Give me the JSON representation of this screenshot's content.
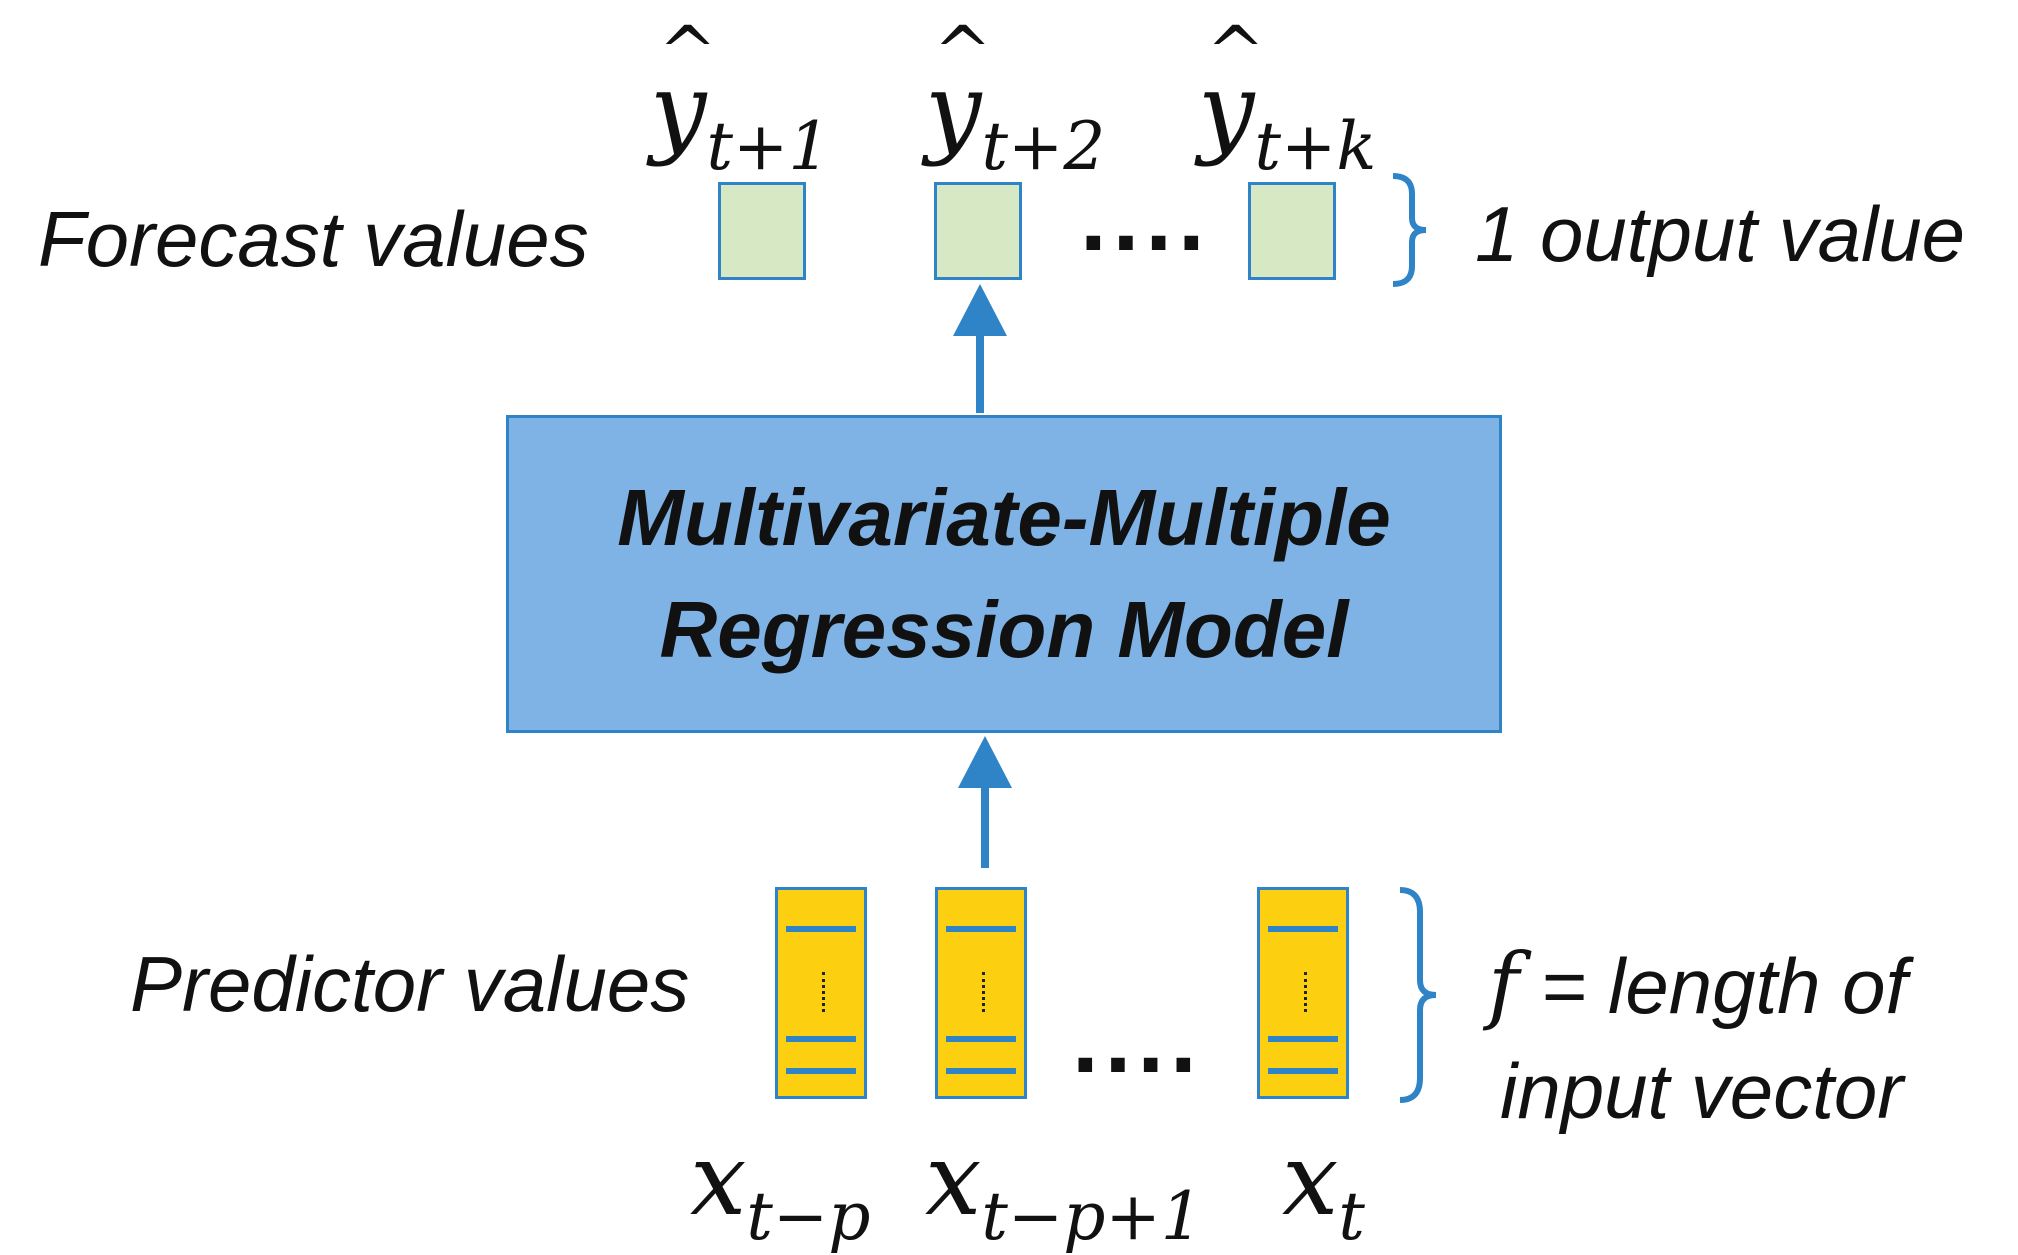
{
  "labels": {
    "forecast_values": "Forecast values",
    "predictor_values": "Predictor values",
    "one_output_value": "1 output value",
    "f_equals": "f",
    "length_of": " = length of",
    "input_vector": "input vector"
  },
  "model": {
    "line1": "Multivariate-Multiple",
    "line2": "Regression Model"
  },
  "outputs": [
    {
      "base": "y",
      "sub": "t+1"
    },
    {
      "base": "y",
      "sub": "t+2"
    },
    {
      "base": "y",
      "sub": "t+k"
    }
  ],
  "inputs": [
    {
      "base": "x",
      "sub": "t−p"
    },
    {
      "base": "x",
      "sub": "t−p+1"
    },
    {
      "base": "x",
      "sub": "t"
    }
  ],
  "ellipsis": "....",
  "hat_glyph": "^",
  "colors": {
    "accent_blue": "#2e84c6",
    "model_fill": "#7fb3e5",
    "output_fill": "#d6e8c4",
    "input_fill": "#fccf10"
  }
}
